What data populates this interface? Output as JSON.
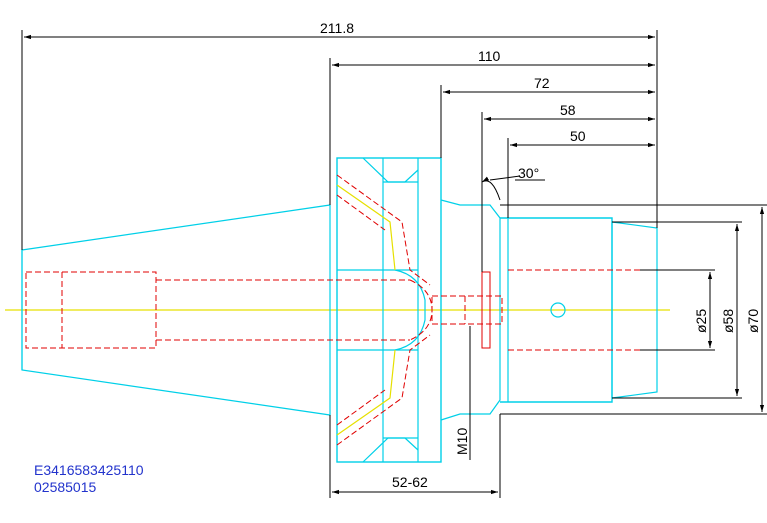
{
  "dimensions": {
    "overall_length": "211.8",
    "flange_to_end": "110",
    "len_72": "72",
    "len_58": "58",
    "len_50": "50",
    "angle": "30°",
    "dia_25": "ø25",
    "dia_58": "ø58",
    "dia_70": "ø70",
    "thread": "M10",
    "range": "52-62"
  },
  "part_code": {
    "line1": "E3416583425110",
    "line2": "02585015"
  },
  "colors": {
    "outline": "#00d0e8",
    "hidden": "#e00000",
    "center": "#e6e000",
    "dimension": "#000000",
    "code_text": "#2233cc"
  }
}
